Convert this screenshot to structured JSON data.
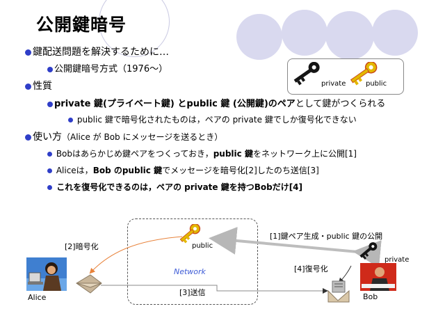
{
  "title": "公開鍵暗号",
  "bullets": {
    "b1": "鍵配送問題を解決するために…",
    "b1_1": "公開鍵暗号方式（1976〜）",
    "b2": "性質",
    "b2_1_bold": "private 鍵(プライベート鍵) とpublic 鍵 (公開鍵)のペア",
    "b2_1_rest": "として鍵がつくられる",
    "b2_1_1": "public 鍵で暗号化されたものは，ペアの private 鍵でしか復号化できない",
    "b3": "使い方",
    "b3_note": "（Alice が Bob にメッセージを送るとき）",
    "b3_1_a": "Bobはあらかじめ鍵ペアをつくっておき，",
    "b3_1_b": "public 鍵",
    "b3_1_c": "をネットワーク上に公開[1]",
    "b3_2_a": "Aliceは，",
    "b3_2_b": "Bob のpublic 鍵",
    "b3_2_c": "でメッセージを暗号化[2]したのち送信[3]",
    "b3_3": "これを復号化できるのは，ペアの private 鍵を持つBobだけ[4]"
  },
  "keybox": {
    "private": "private",
    "public": "public"
  },
  "diagram": {
    "network": "Network",
    "public": "public",
    "private": "private",
    "alice": "Alice",
    "bob": "Bob",
    "step1": "[1]鍵ペア生成・public 鍵の公開",
    "step2": "[2]暗号化",
    "step3": "[3]送信",
    "step4": "[4]復号化"
  },
  "colors": {
    "bullet": "#2f3ec8",
    "circle": "#d8d8f0",
    "network_text": "#3d5bd6",
    "arrow_orange": "#e8823a"
  }
}
